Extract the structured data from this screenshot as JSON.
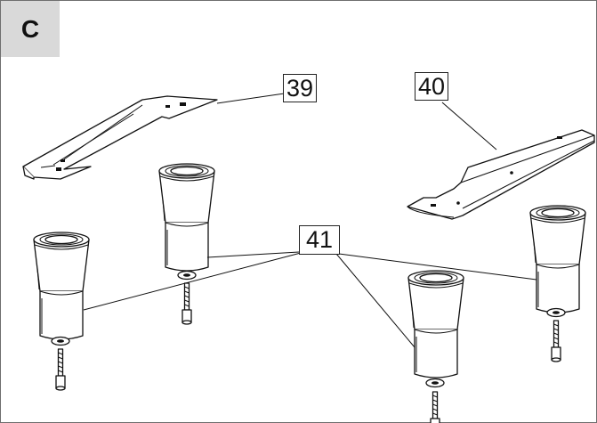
{
  "step": {
    "letter": "C"
  },
  "callouts": [
    {
      "label": "39"
    },
    {
      "label": "40"
    },
    {
      "label": "41"
    }
  ]
}
